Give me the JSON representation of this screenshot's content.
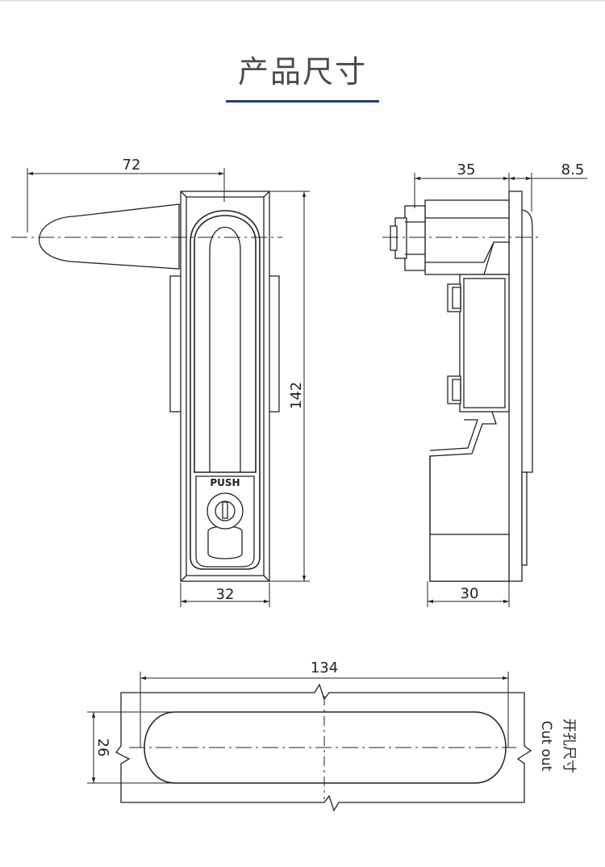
{
  "page": {
    "title": "产品尺寸",
    "accent_color": "#1f3d73"
  },
  "front_view": {
    "dim_handle_width": "72",
    "dim_height": "142",
    "dim_body_width": "32",
    "push_label": "PUSH"
  },
  "side_view": {
    "dim_depth_top": "35",
    "dim_flange": "8.5",
    "dim_depth_bottom": "30"
  },
  "cutout": {
    "dim_length": "134",
    "dim_height": "26",
    "label_cn": "开孔尺寸",
    "label_en": "Cut out"
  }
}
